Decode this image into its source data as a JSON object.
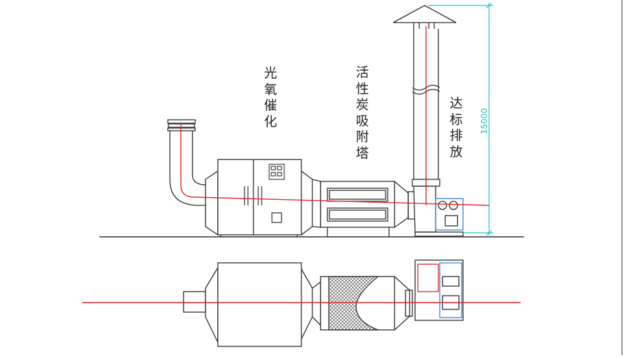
{
  "labels": {
    "photo_oxidation": "光氧催化",
    "activated_carbon": "活性炭吸附塔",
    "emission": "达标排放"
  },
  "dimension": {
    "stack_height": "15000"
  },
  "colors": {
    "line": "#2b2b2b",
    "airflow": "#e0262b",
    "dimension": "#22c6c0",
    "motor_blue": "#3a7fd0"
  }
}
